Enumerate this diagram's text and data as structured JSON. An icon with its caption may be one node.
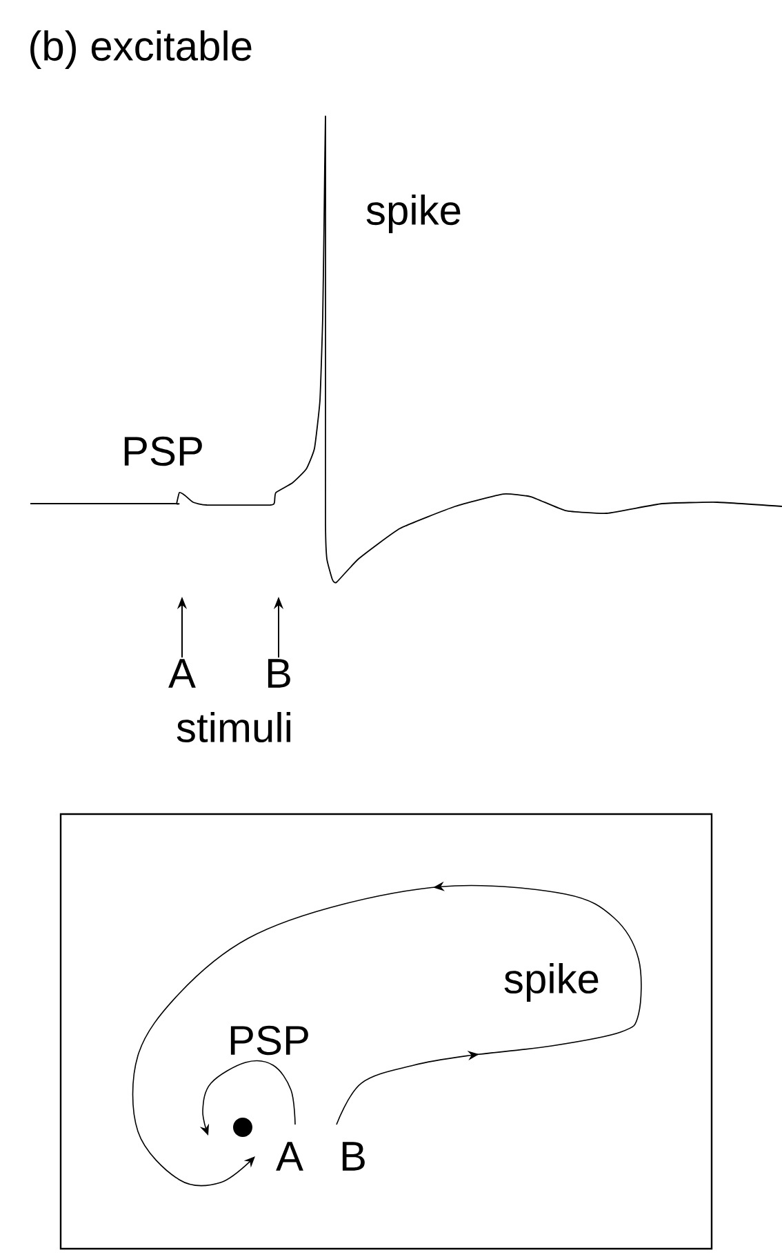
{
  "diagram": {
    "title": "(b) excitable",
    "nodes": [
      {
        "text": [
          "A"
        ]
      },
      {
        "text": [
          "B"
        ]
      }
    ],
    "edges": [
      {
        "from": 0,
        "to": null,
        "arrow": "to"
      },
      {
        "from": 1,
        "to": null,
        "arrow": "to"
      }
    ],
    "labels": [
      "spike",
      "PSP",
      "stimuli",
      "spike",
      "PSP",
      "A",
      "B"
    ]
  }
}
